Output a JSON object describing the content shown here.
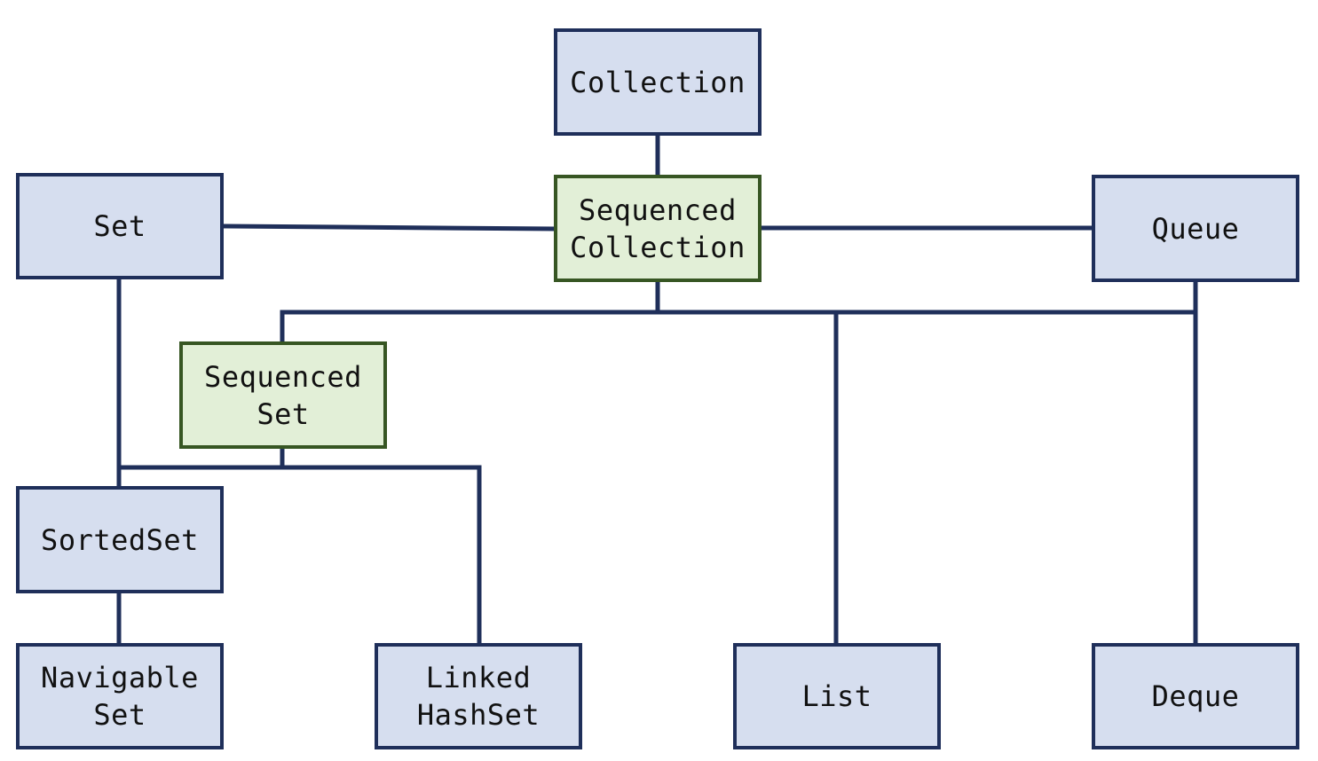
{
  "diagram": {
    "colors": {
      "interface_fill": "#d6deef",
      "interface_border": "#1f2f5a",
      "sequenced_fill": "#e2efd7",
      "sequenced_border": "#375623",
      "connector": "#1f2f5a"
    },
    "nodes": {
      "collection": "Collection",
      "sequenced_collection": "Sequenced\nCollection",
      "set": "Set",
      "queue": "Queue",
      "sequenced_set": "Sequenced\nSet",
      "sorted_set": "SortedSet",
      "navigable_set": "Navigable\nSet",
      "linked_hash_set": "Linked\nHashSet",
      "list": "List",
      "deque": "Deque"
    }
  }
}
